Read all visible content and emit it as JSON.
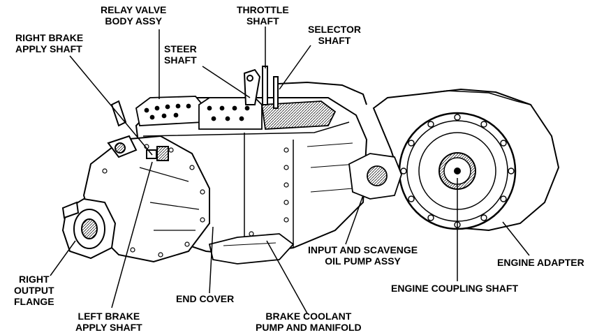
{
  "labels": {
    "relay_valve": [
      "RELAY VALVE",
      "BODY ASSY"
    ],
    "throttle_shaft": [
      "THROTTLE",
      "SHAFT"
    ],
    "selector_shaft": [
      "SELECTOR",
      "SHAFT"
    ],
    "right_brake_apply": [
      "RIGHT BRAKE",
      "APPLY SHAFT"
    ],
    "steer_shaft": [
      "STEER",
      "SHAFT"
    ],
    "input_scavenge": [
      "INPUT AND SCAVENGE",
      "OIL PUMP ASSY"
    ],
    "engine_adapter": [
      "ENGINE ADAPTER"
    ],
    "right_output": [
      "RIGHT",
      "OUTPUT",
      "FLANGE"
    ],
    "engine_coupling": [
      "ENGINE COUPLING SHAFT"
    ],
    "end_cover": [
      "END COVER"
    ],
    "left_brake_apply": [
      "LEFT BRAKE",
      "APPLY SHAFT"
    ],
    "brake_coolant": [
      "BRAKE COOLANT",
      "PUMP AND MANIFOLD"
    ]
  },
  "colors": {
    "ink": "#000000",
    "paper": "#ffffff",
    "shade": "#c8c8c8"
  }
}
